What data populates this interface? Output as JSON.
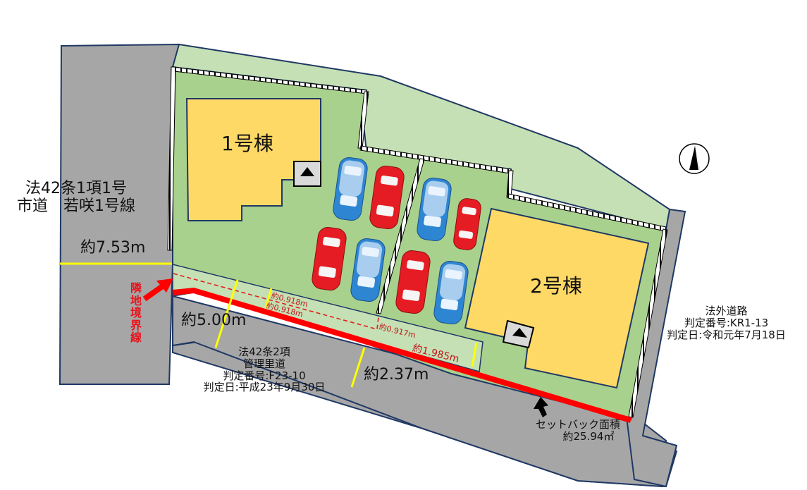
{
  "roads": {
    "west": {
      "line1": "法42条1項1号",
      "line2": "市道　若咲1号線",
      "width": "約7.53m"
    },
    "south": {
      "line1": "法42条2項",
      "line2": "管理里道",
      "line3": "判定番号:F23-10",
      "line4": "判定日:平成23年9月30日",
      "width_west": "約5.00m",
      "width_east": "約2.37m"
    },
    "east": {
      "line1": "法外道路",
      "line2": "判定番号:KR1-13",
      "line3": "判定日:令和元年7月18日"
    }
  },
  "buildings": [
    {
      "label": "1号棟"
    },
    {
      "label": "2号棟"
    }
  ],
  "boundary_label": "隣地境界線",
  "boundary_chars": [
    "隣",
    "地",
    "境",
    "界",
    "線"
  ],
  "setback": {
    "label": "セットバック面積",
    "area": "約25.94㎡"
  },
  "setback_dims": {
    "a": "約0.918m",
    "b": "約0.918m",
    "c": "約0.917m",
    "d": "約1.985m"
  },
  "north_arrow": "north-arrow-icon",
  "colors": {
    "road": "#a6a6a6",
    "lot": "#a9d18e",
    "outer": "#c5e0b4",
    "building": "#ffd966",
    "setback_line": "#ff0000",
    "dim_line": "#ffff00",
    "outline": "#1f3864"
  }
}
